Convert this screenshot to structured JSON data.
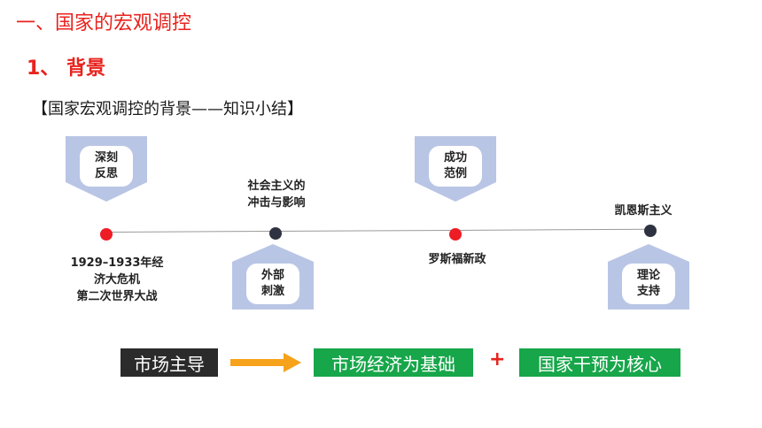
{
  "header": {
    "title": "一、国家的宏观调控",
    "subtitle": "1、 背景",
    "section_note": "【国家宏观调控的背景——知识小结】"
  },
  "colors": {
    "title_red": "#e8231e",
    "tag_fill": "#b9c5e5",
    "dot_red": "#ee1c25",
    "dot_dark": "#2f3240",
    "box_dark": "#2b2b2b",
    "box_green": "#17a64a",
    "arrow_orange": "#f7a21b"
  },
  "timeline": {
    "tags": [
      {
        "text": "深刻\n反思"
      },
      {
        "text": "外部\n刺激"
      },
      {
        "text": "成功\n范例"
      },
      {
        "text": "理论\n支持"
      }
    ],
    "events": [
      {
        "text": "1929–1933年经\n济大危机\n第二次世界大战"
      },
      {
        "text": "社会主义的\n冲击与影响"
      },
      {
        "text": "罗斯福新政"
      },
      {
        "text": "凯恩斯主义"
      }
    ]
  },
  "summary": {
    "left_box": "市场主导",
    "middle_box": "市场经济为基础",
    "plus": "+",
    "right_box": "国家干预为核心"
  }
}
